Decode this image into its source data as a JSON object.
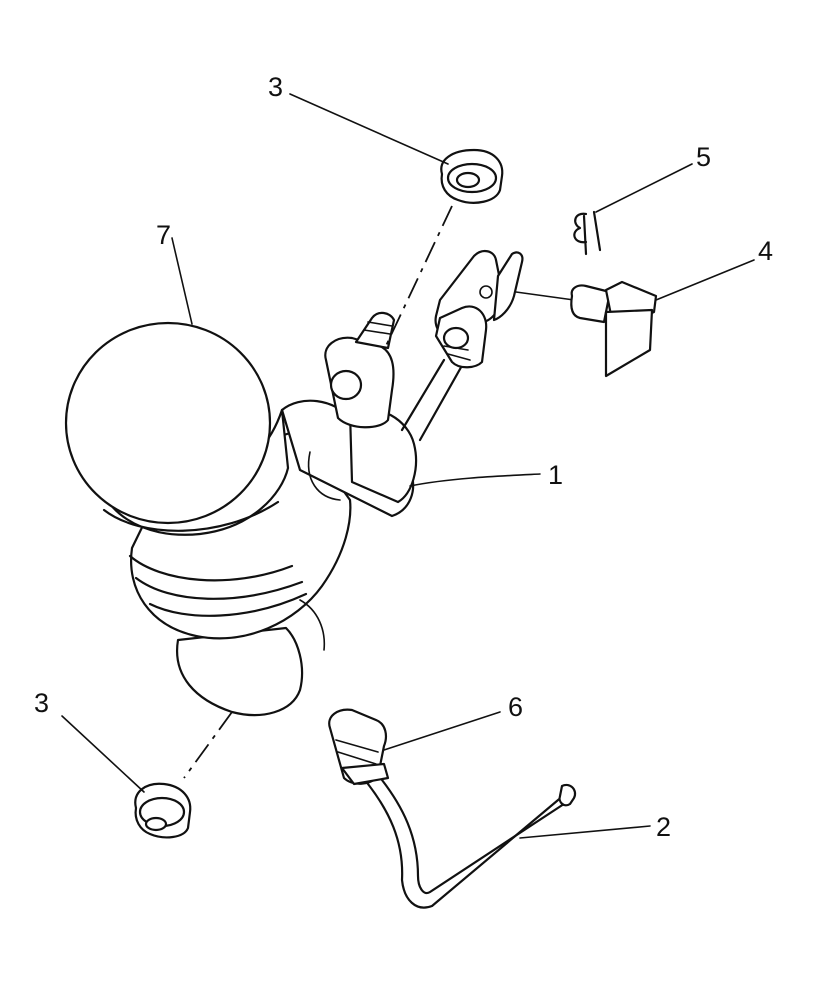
{
  "callouts": {
    "c1": "1",
    "c2": "2",
    "c3_top": "3",
    "c3_bottom": "3",
    "c4": "4",
    "c5": "5",
    "c6": "6",
    "c7": "7"
  },
  "colors": {
    "line": "#111111",
    "background": "#ffffff"
  }
}
